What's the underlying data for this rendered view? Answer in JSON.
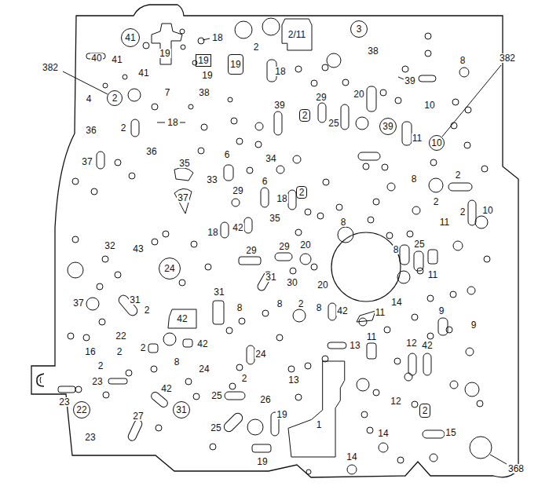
{
  "diagram": {
    "nodes": [
      {
        "text": [
          "41"
        ]
      },
      {
        "text": [
          "2/11"
        ]
      },
      {
        "text": [
          "3"
        ]
      },
      {
        "text": [
          "19"
        ]
      },
      {
        "text": [
          "19"
        ]
      },
      {
        "text": [
          "2"
        ]
      },
      {
        "text": [
          "2"
        ]
      },
      {
        "text": [
          "39"
        ]
      },
      {
        "text": [
          "10"
        ]
      },
      {
        "text": [
          "2"
        ]
      },
      {
        "text": [
          "24"
        ]
      },
      {
        "text": [
          "42"
        ]
      },
      {
        "text": [
          "22"
        ]
      },
      {
        "text": [
          "31"
        ]
      },
      {
        "text": [
          "1"
        ]
      },
      {
        "text": [
          "2"
        ]
      }
    ],
    "labels": [
      "40",
      "41",
      "41",
      "18",
      "2",
      "19",
      "38",
      "8",
      "382",
      "382",
      "19",
      "18",
      "4",
      "7",
      "38",
      "39",
      "20",
      "29",
      "10",
      "39",
      "36",
      "2",
      "18",
      "25",
      "11",
      "36",
      "35",
      "6",
      "34",
      "37",
      "33",
      "29",
      "6",
      "18",
      "8",
      "2",
      "37",
      "2",
      "2",
      "10",
      "11",
      "8",
      "18",
      "42",
      "35",
      "32",
      "43",
      "29",
      "29",
      "20",
      "8",
      "25",
      "11",
      "31",
      "30",
      "20",
      "37",
      "31",
      "2",
      "31",
      "8",
      "8",
      "2",
      "8",
      "42",
      "11",
      "14",
      "9",
      "9",
      "22",
      "42",
      "2",
      "16",
      "2",
      "13",
      "11",
      "12",
      "42",
      "24",
      "8",
      "24",
      "2",
      "23",
      "2",
      "13",
      "23",
      "42",
      "25",
      "26",
      "12",
      "19",
      "25",
      "14",
      "15",
      "23",
      "27",
      "19",
      "14",
      "368"
    ]
  }
}
